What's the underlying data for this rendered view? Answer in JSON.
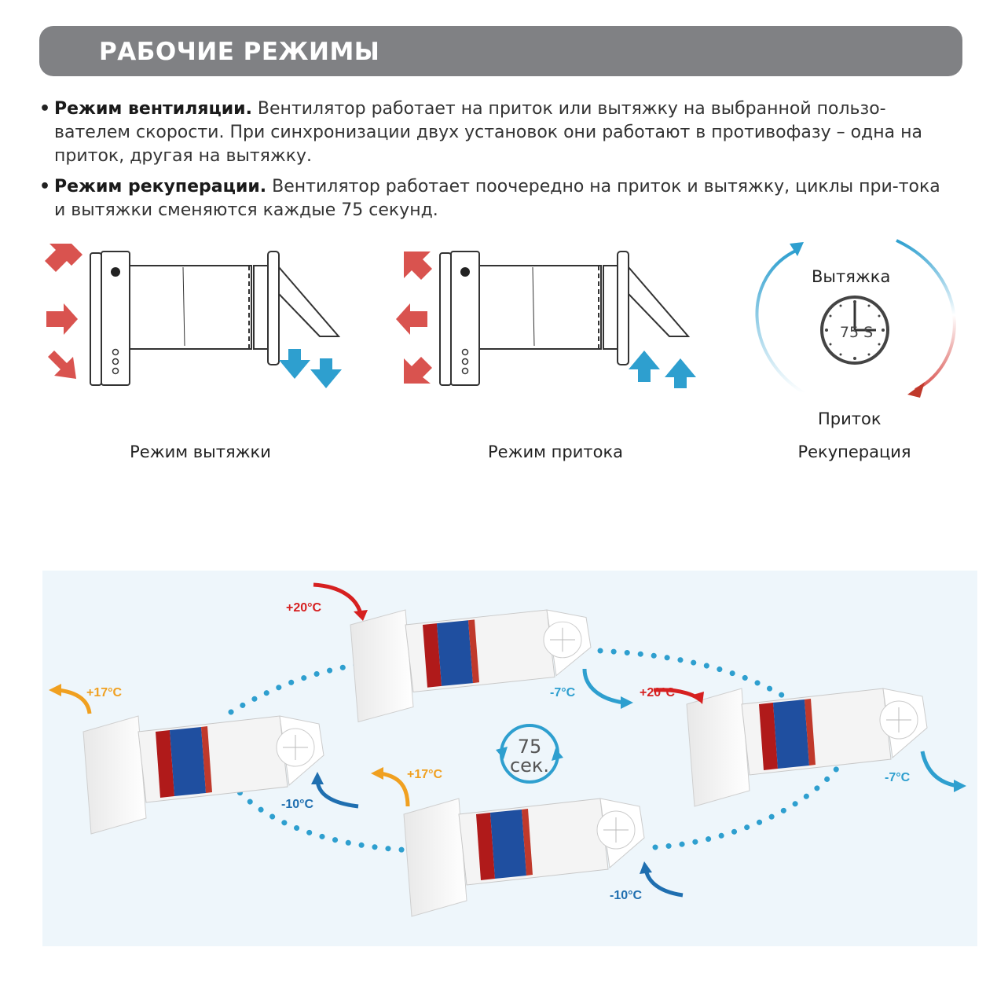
{
  "header": {
    "title": "РАБОЧИЕ РЕЖИМЫ"
  },
  "bullets": [
    {
      "bold": "Режим вентиляции.",
      "text": " Вентилятор работает на приток или вытяжку на выбранной пользо-вателем скорости. При синхронизации двух установок они работают в противофазу – одна на приток, другая на вытяжку."
    },
    {
      "bold": "Режим рекуперации.",
      "text": " Вентилятор работает поочередно на приток и вытяжку, циклы при-тока и вытяжки сменяются каждые 75 секунд."
    }
  ],
  "figures": {
    "exhaust_caption": "Режим вытяжки",
    "supply_caption": "Режим притока",
    "recuperation_caption": "Рекуперация",
    "cycle": {
      "top_label": "Вытяжка",
      "bottom_label": "Приток",
      "clock_label": "75 S"
    }
  },
  "bottom_diagram": {
    "timer_value": "75",
    "timer_unit": "сек.",
    "temps": {
      "unit_top_in": "+20°C",
      "unit_top_out": "-7°C",
      "unit_left_out": "+17°C",
      "unit_left_in": "-10°C",
      "unit_center_out": "+17°C",
      "unit_center_in": "-10°C",
      "unit_right_in": "+20°C",
      "unit_right_out": "-7°C"
    }
  },
  "colors": {
    "banner": "#808184",
    "red_arrow": "#d9534f",
    "blue_arrow": "#2e9fcf",
    "hot": "#c0392b",
    "cold": "#1f5fae",
    "warm": "#f0a020"
  }
}
